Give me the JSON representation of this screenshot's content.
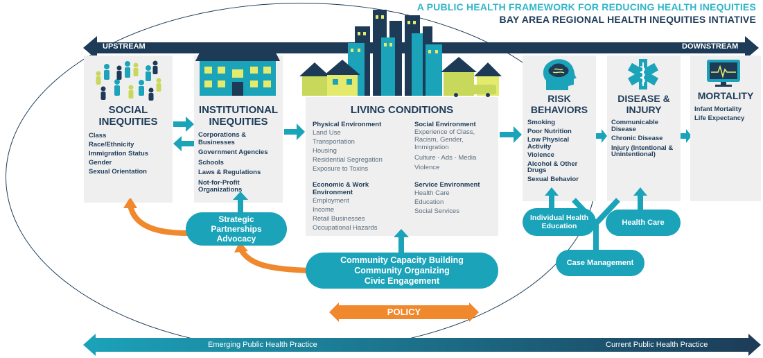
{
  "header": {
    "title": "A PUBLIC HEALTH FRAMEWORK FOR REDUCING HEALTH INEQUITIES",
    "subtitle": "BAY AREA REGIONAL HEALTH INEQUITIES INTIATIVE"
  },
  "top_arrow": {
    "left_label": "UPSTREAM",
    "right_label": "DOWNSTREAM"
  },
  "bottom_arrow": {
    "left_label": "Emerging Public Health Practice",
    "right_label": "Current Public Health Practice"
  },
  "social": {
    "title_line1": "SOCIAL",
    "title_line2": "INEQUITIES",
    "items": [
      "Class",
      "Race/Ethnicity",
      "Immigration Status",
      "Gender",
      "Sexual Orientation"
    ]
  },
  "institutional": {
    "title_line1": "INSTITUTIONAL",
    "title_line2": "INEQUITIES",
    "items": [
      "Corporations & Businesses",
      "Government Agencies",
      "Schools",
      "Laws & Regulations",
      "Not-for-Profit Organizations"
    ]
  },
  "living": {
    "title": "LIVING CONDITIONS",
    "physical": {
      "heading": "Physical Environment",
      "items": [
        "Land Use",
        "Transportation",
        "Housing",
        "Residential Segregation",
        "Exposure to Toxins"
      ]
    },
    "economic": {
      "heading": "Economic & Work Environment",
      "items": [
        "Employment",
        "Income",
        "Retail Businesses",
        "Occupational Hazards"
      ]
    },
    "social_env": {
      "heading": "Social Environment",
      "items": [
        "Experience of Class, Racism, Gender, Immigration",
        "Culture - Ads - Media",
        "Violence"
      ]
    },
    "service": {
      "heading": "Service Environment",
      "items": [
        "Health Care",
        "Education",
        "Social Services"
      ]
    }
  },
  "risk": {
    "title_line1": "RISK",
    "title_line2": "BEHAVIORS",
    "items": [
      "Smoking",
      "Poor Nutrition",
      "Low Physical Activity",
      "Violence",
      "Alcohol & Other Drugs",
      "Sexual Behavior"
    ]
  },
  "disease": {
    "title_line1": "DISEASE &",
    "title_line2": "INJURY",
    "items": [
      "Communicable Disease",
      "Chronic Disease",
      "Injury (Intentional & Unintentional)"
    ]
  },
  "mortality": {
    "title": "MORTALITY",
    "items": [
      "Infant Mortality",
      "Life Expectancy"
    ]
  },
  "interventions": {
    "strategic": [
      "Strategic",
      "Partnerships",
      "Advocacy"
    ],
    "community": [
      "Community Capacity Building",
      "Community Organizing",
      "Civic Engagement"
    ],
    "policy": "POLICY",
    "health_education": [
      "Individual Health",
      "Education"
    ],
    "health_care": "Health Care",
    "case_management": "Case Management"
  },
  "colors": {
    "navy": "#1d3b57",
    "teal": "#1ba3ba",
    "orange": "#f0892d",
    "lime": "#c8d85a",
    "panel": "#efeff0"
  }
}
